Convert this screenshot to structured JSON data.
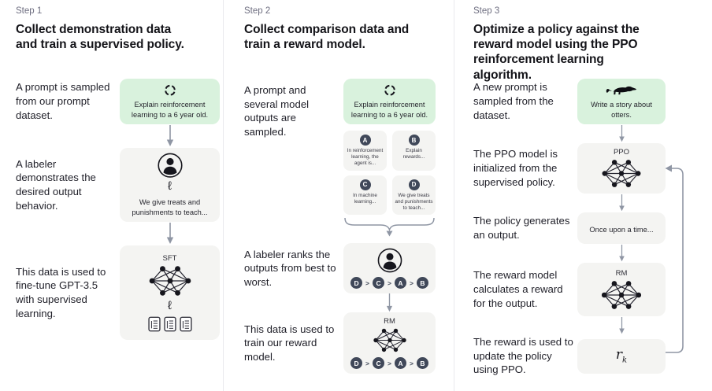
{
  "colors": {
    "green_card": "#d9f2dd",
    "gray_card": "#f4f4f2",
    "badge": "#404859",
    "arrow": "#8f96a4",
    "divider": "#e9e9ed",
    "text_primary": "#1f1f28",
    "step_label": "#6e6e80"
  },
  "icons": {
    "cycle": "dashed-cycle-icon",
    "person": "labeler-person-icon",
    "pencil_glyph": "ℓ",
    "documents": "document-pages-icon",
    "network": "neural-network-icon",
    "otter": "otter-icon"
  },
  "columns": [
    {
      "step": "Step 1",
      "title": "Collect demonstration data and train a supervised policy.",
      "rows": {
        "prompt_text": "A prompt is sampled from our prompt dataset.",
        "labeler_text": "A labeler demonstrates the desired output behavior.",
        "finetune_text": "This data is used to fine-tune GPT-3.5 with supervised learning."
      },
      "cards": {
        "prompt": "Explain reinforcement learning to a 6 year old.",
        "labeler_caption": "We give treats and punishments to teach...",
        "sft_label": "SFT"
      }
    },
    {
      "step": "Step 2",
      "title": "Collect comparison data and train a reward model.",
      "rows": {
        "sampled_text": "A prompt and several model outputs are sampled.",
        "ranks_text": "A labeler ranks the outputs from best to worst.",
        "train_text": "This data is used to train our reward model."
      },
      "cards": {
        "prompt": "Explain reinforcement learning to a 6 year old.",
        "outputs": [
          {
            "label": "A",
            "text": "In reinforcement learning, the agent is..."
          },
          {
            "label": "B",
            "text": "Explain rewards..."
          },
          {
            "label": "C",
            "text": "In machine learning..."
          },
          {
            "label": "D",
            "text": "We give treats and punishments to teach..."
          }
        ],
        "ranking": [
          "D",
          "C",
          "A",
          "B"
        ],
        "rank_separator": ">",
        "rm_label": "RM"
      }
    },
    {
      "step": "Step 3",
      "title": "Optimize a policy against the reward model using the PPO reinforcement learning algorithm.",
      "rows": {
        "new_prompt_text": "A new prompt is sampled from the dataset.",
        "ppo_text": "The PPO model is initialized from the supervised policy.",
        "output_text": "The policy generates an output.",
        "reward_calc_text": "The reward model calculates a reward for the output.",
        "reward_update_text": "The reward is used to update the policy using PPO."
      },
      "cards": {
        "prompt": "Write a story about otters.",
        "ppo_label": "PPO",
        "generated_output": "Once upon a time...",
        "rm_label": "RM",
        "reward_base": "r",
        "reward_sub": "k"
      }
    }
  ]
}
